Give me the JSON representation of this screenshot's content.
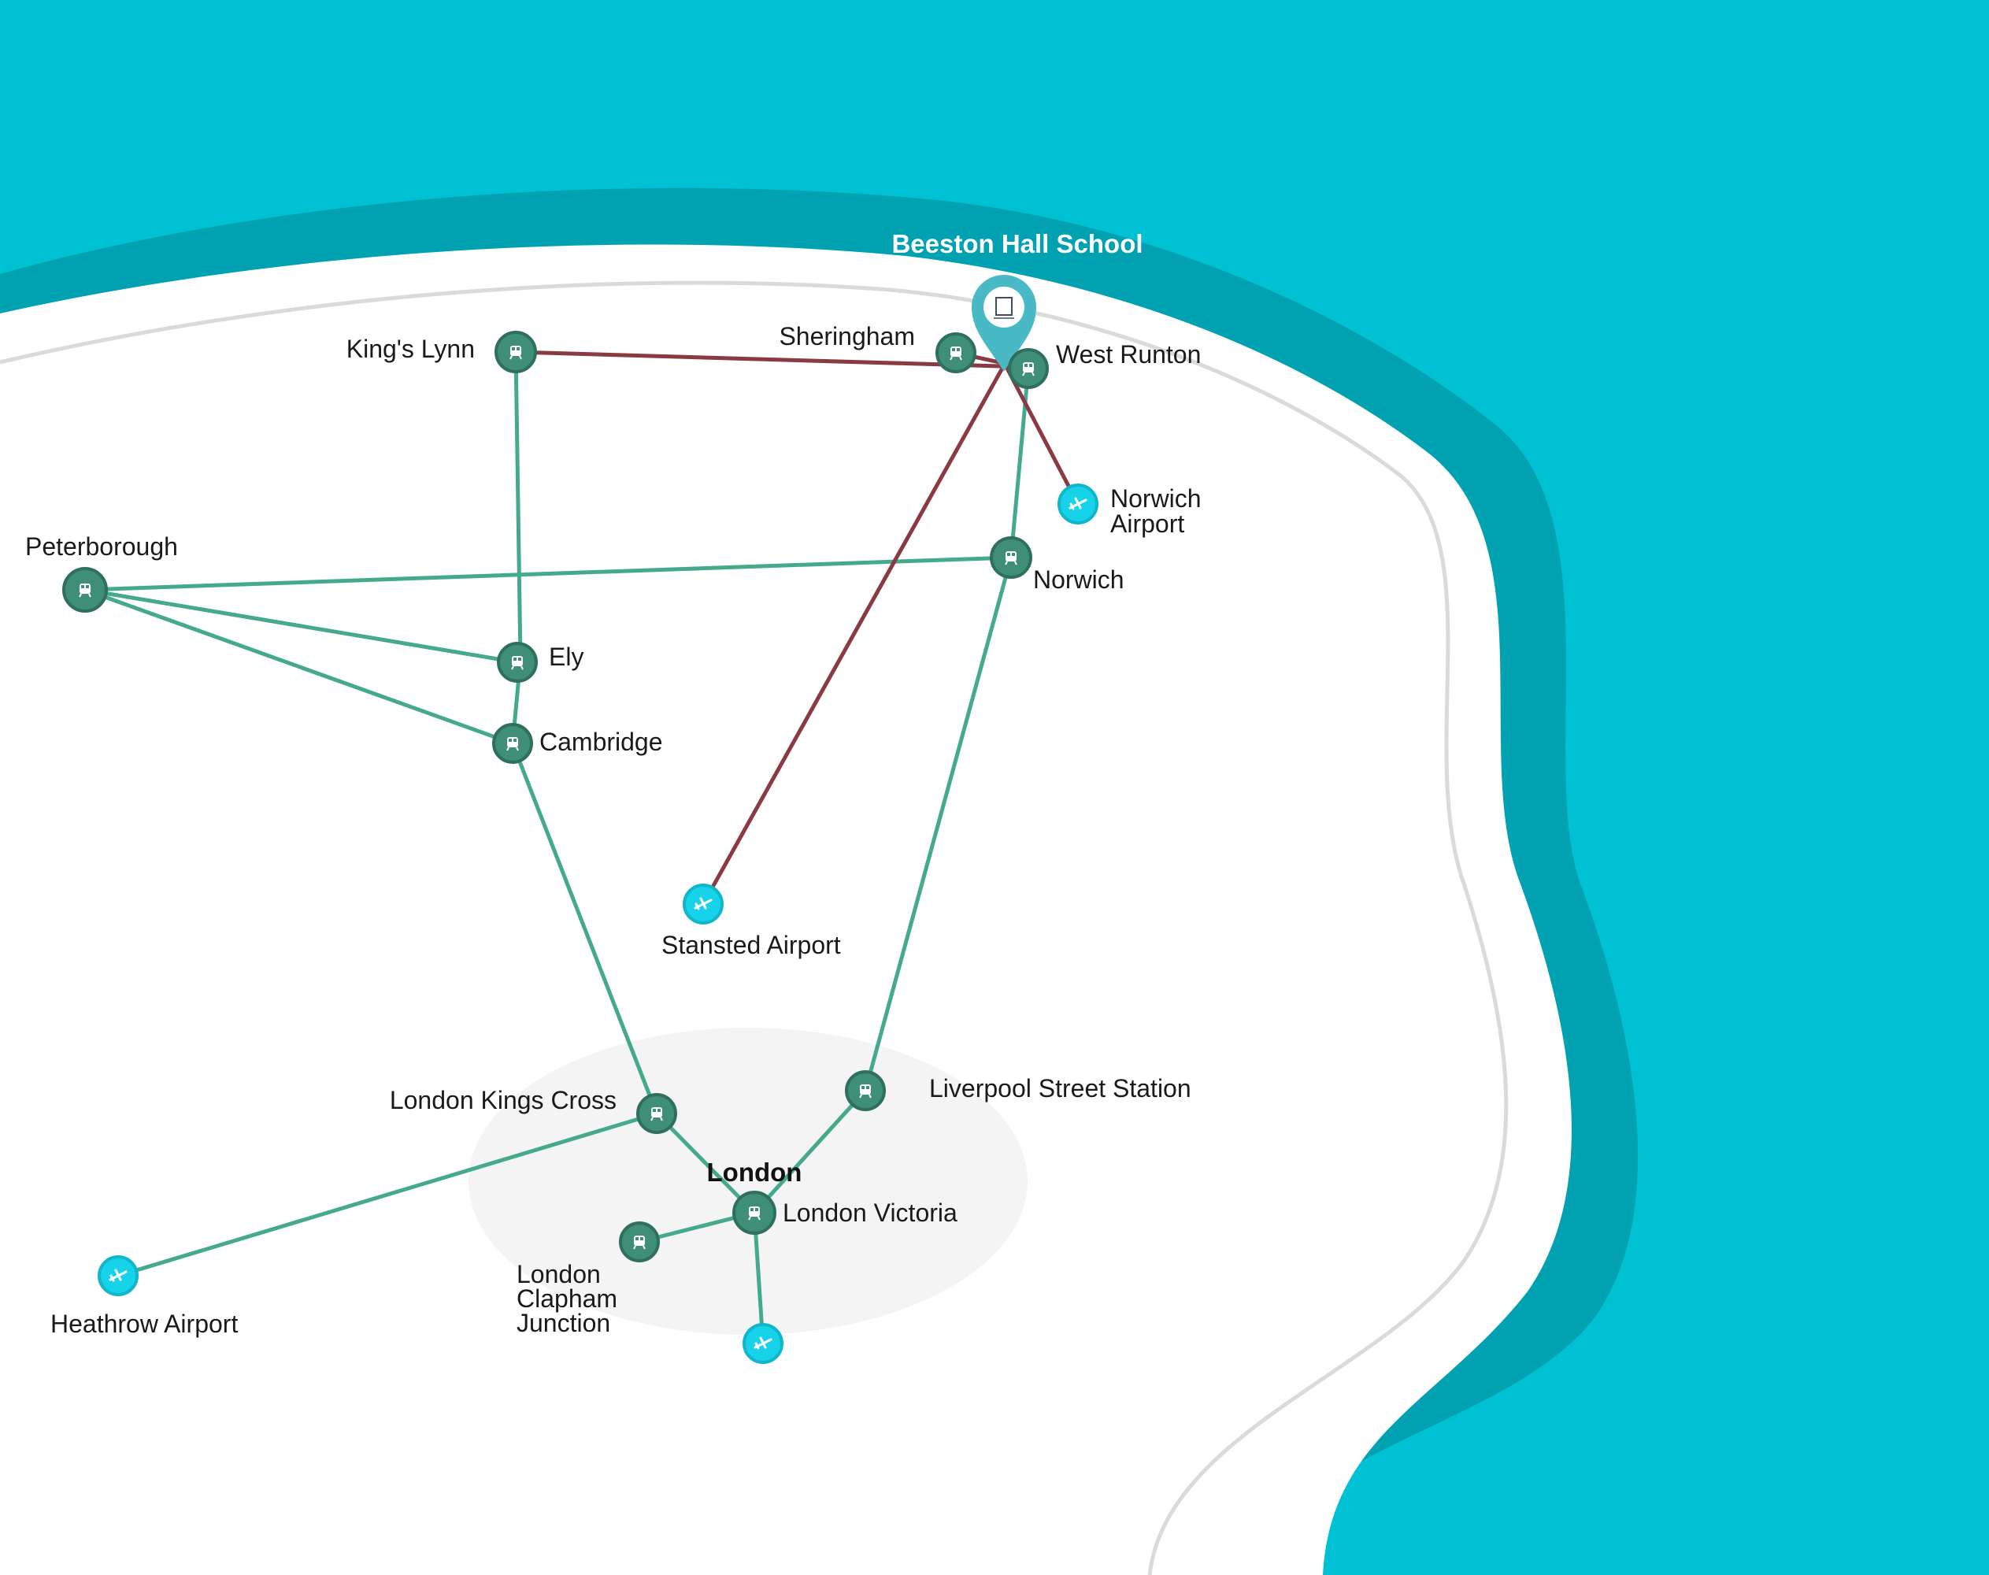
{
  "school": {
    "name": "Beeston Hall School"
  },
  "region_label": "London",
  "colors": {
    "sea": "#00c0d3",
    "coast_dark": "#00a2b1",
    "land": "#ffffff",
    "coast_line": "#dadada",
    "rail": "#45a98d",
    "direct": "#8a3a42",
    "station": "#3f8e78",
    "station_ring": "#2f6f5e",
    "airport": "#16d3ea",
    "london_area": "#f4f4f4",
    "pin": "#4ab9c6"
  },
  "stations": {
    "kings_lynn": {
      "label": "King's Lynn",
      "type": "station-icon"
    },
    "sheringham": {
      "label": "Sheringham",
      "type": "station-icon"
    },
    "west_runton": {
      "label": "West Runton",
      "type": "station-icon"
    },
    "norwich_airport": {
      "label_1": "Norwich",
      "label_2": "Airport",
      "type": "airplane-icon"
    },
    "norwich": {
      "label": "Norwich",
      "type": "station-icon"
    },
    "peterborough": {
      "label": "Peterborough",
      "type": "station-icon"
    },
    "ely": {
      "label": "Ely",
      "type": "station-icon"
    },
    "cambridge": {
      "label": "Cambridge",
      "type": "station-icon"
    },
    "stansted": {
      "label": "Stansted Airport",
      "type": "airplane-icon"
    },
    "kings_cross": {
      "label": "London Kings Cross",
      "type": "station-icon"
    },
    "liverpool_street": {
      "label": "Liverpool Street Station",
      "type": "station-icon"
    },
    "victoria": {
      "label": "London Victoria",
      "type": "station-icon"
    },
    "clapham": {
      "label_1": "London",
      "label_2": "Clapham",
      "label_3": "Junction",
      "type": "station-icon"
    },
    "heathrow": {
      "label": "Heathrow Airport",
      "type": "airplane-icon"
    },
    "gatwick": {
      "label": "",
      "type": "airplane-icon"
    }
  }
}
